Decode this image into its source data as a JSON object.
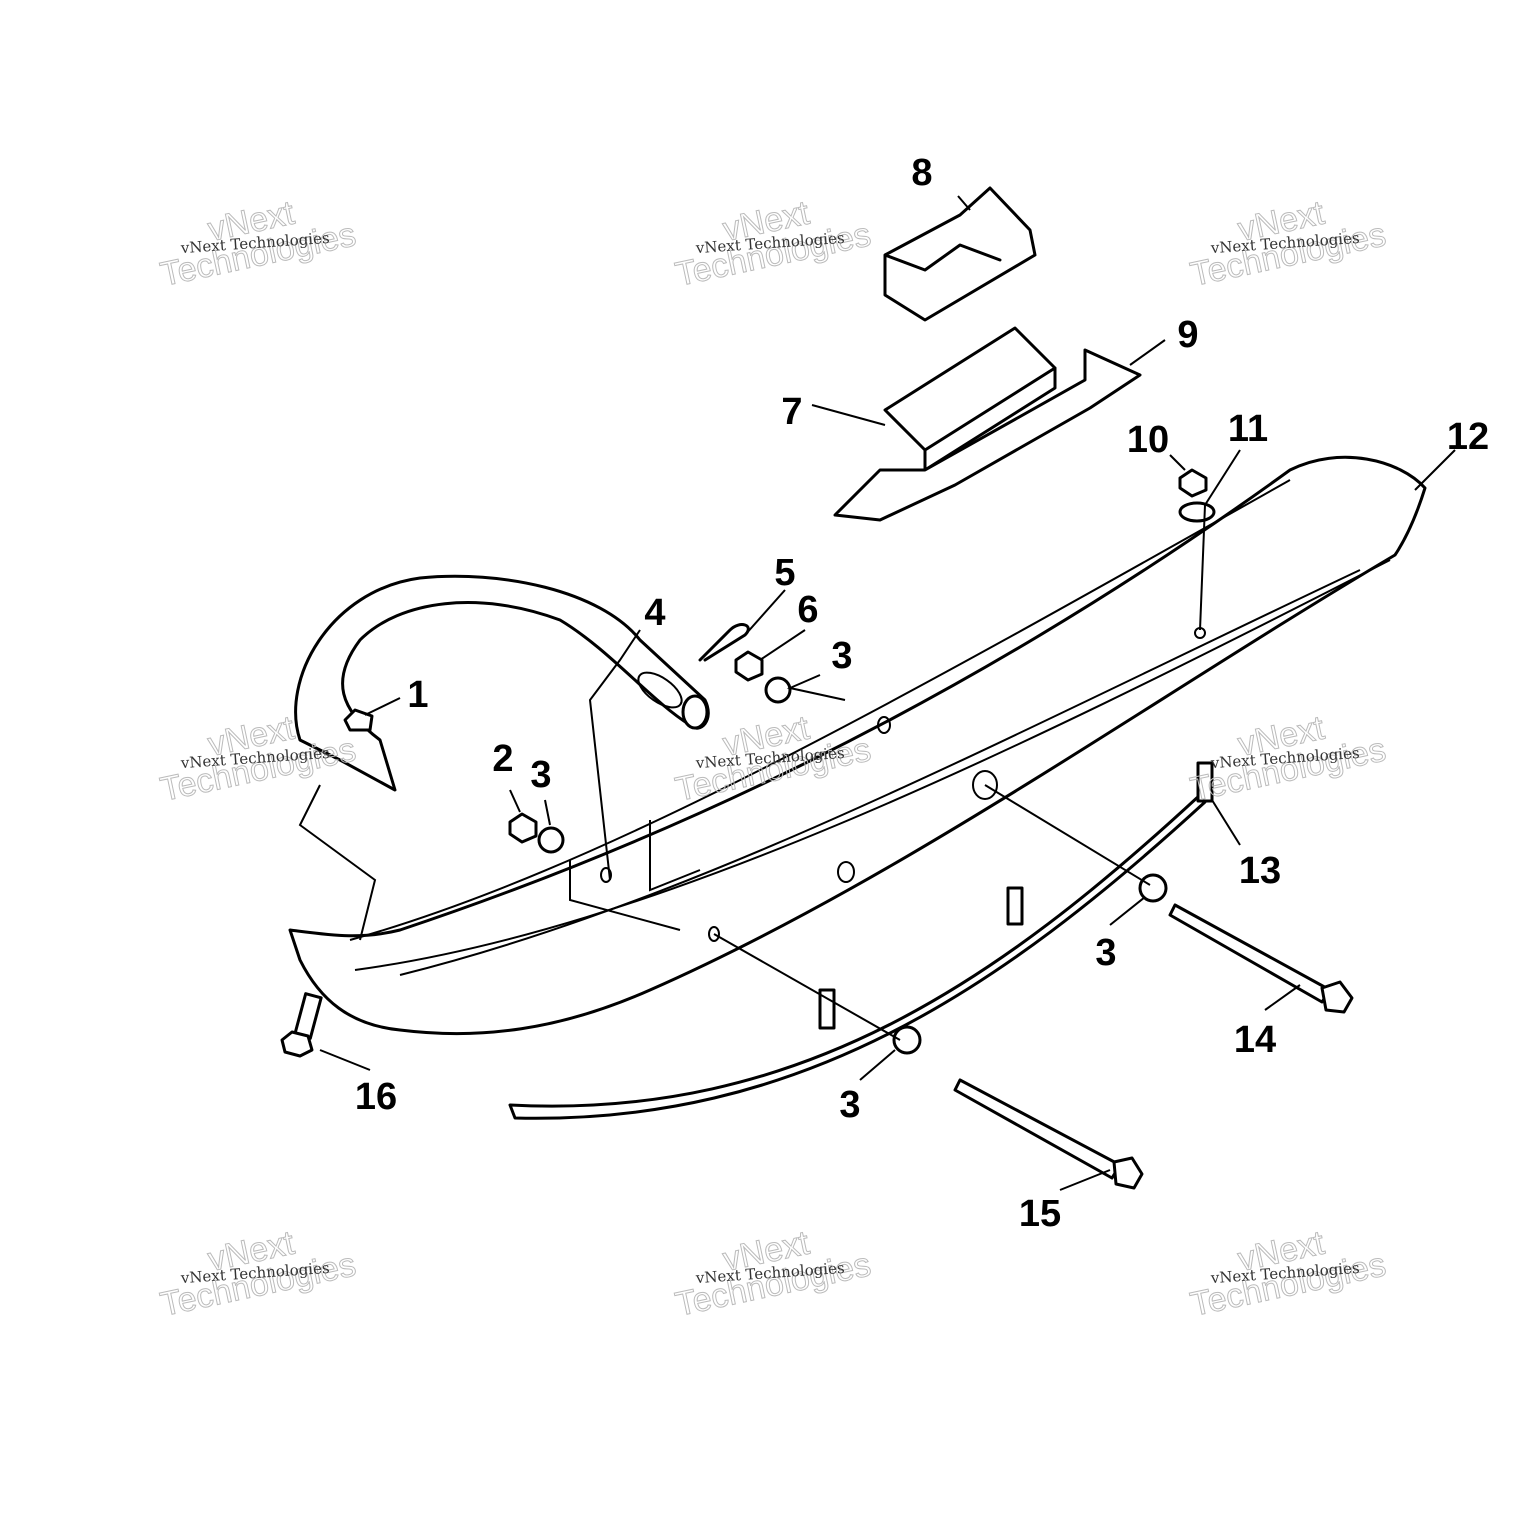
{
  "diagram": {
    "type": "exploded-parts-diagram",
    "callouts": [
      "8",
      "9",
      "7",
      "10",
      "11",
      "12",
      "5",
      "6",
      "3",
      "4",
      "1",
      "2",
      "3",
      "13",
      "3",
      "14",
      "16",
      "3",
      "15"
    ]
  },
  "watermark": {
    "small_text": "vNext Technologies",
    "big_line1": "vNext",
    "big_line2": "Technologies"
  }
}
